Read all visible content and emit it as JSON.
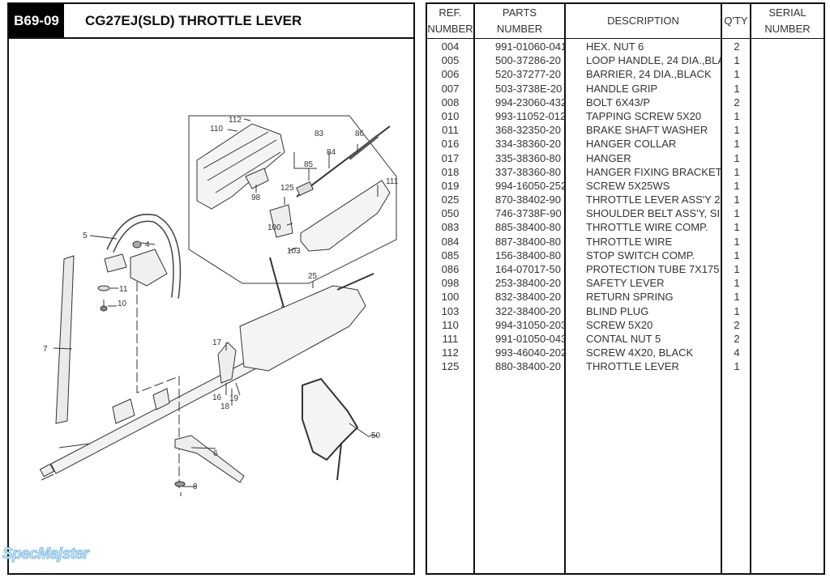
{
  "header": {
    "page_code": "B69-09",
    "title": "CG27EJ(SLD)  THROTTLE LEVER"
  },
  "diagram": {
    "callouts": [
      "112",
      "110",
      "83",
      "86",
      "85",
      "84",
      "98",
      "125",
      "111",
      "100",
      "103",
      "25",
      "5",
      "4",
      "11",
      "10",
      "7",
      "17",
      "16",
      "19",
      "18",
      "6",
      "8",
      "50"
    ]
  },
  "watermark": "SpecMajster",
  "table": {
    "columns": [
      {
        "line1": "REF.",
        "line2": "NUMBER"
      },
      {
        "line1": "PARTS",
        "line2": "NUMBER"
      },
      {
        "line1": "DESCRIPTION",
        "line2": ""
      },
      {
        "line1": "Q'TY",
        "line2": ""
      },
      {
        "line1": "SERIAL",
        "line2": "NUMBER"
      }
    ],
    "rows": [
      {
        "ref": "004",
        "part": "991-01060-041",
        "desc": "HEX. NUT 6",
        "qty": "2"
      },
      {
        "ref": "005",
        "part": "500-37286-20",
        "desc": "LOOP HANDLE, 24 DIA.,BLA",
        "qty": "1"
      },
      {
        "ref": "006",
        "part": "520-37277-20",
        "desc": "BARRIER, 24 DIA.,BLACK",
        "qty": "1"
      },
      {
        "ref": "007",
        "part": "503-3738E-20",
        "desc": "HANDLE GRIP",
        "qty": "1"
      },
      {
        "ref": "008",
        "part": "994-23060-432",
        "desc": "BOLT 6X43/P",
        "qty": "2"
      },
      {
        "ref": "010",
        "part": "993-11052-012",
        "desc": "TAPPING SCREW 5X20",
        "qty": "1"
      },
      {
        "ref": "011",
        "part": "368-32350-20",
        "desc": "BRAKE SHAFT WASHER",
        "qty": "1"
      },
      {
        "ref": "016",
        "part": "334-38360-20",
        "desc": "HANGER COLLAR",
        "qty": "1"
      },
      {
        "ref": "017",
        "part": "335-38360-80",
        "desc": "HANGER",
        "qty": "1"
      },
      {
        "ref": "018",
        "part": "337-38360-80",
        "desc": "HANGER FIXING BRACKET",
        "qty": "1"
      },
      {
        "ref": "019",
        "part": "994-16050-252",
        "desc": "SCREW 5X25WS",
        "qty": "1"
      },
      {
        "ref": "025",
        "part": "870-38402-90",
        "desc": "THROTTLE LEVER ASS'Y 2",
        "qty": "1"
      },
      {
        "ref": "050",
        "part": "746-3738F-90",
        "desc": "SHOULDER BELT ASS'Y, SI",
        "qty": "1"
      },
      {
        "ref": "083",
        "part": "885-38400-80",
        "desc": "THROTTLE WIRE COMP.",
        "qty": "1"
      },
      {
        "ref": "084",
        "part": "887-38400-80",
        "desc": "THROTTLE WIRE",
        "qty": "1"
      },
      {
        "ref": "085",
        "part": "156-38400-80",
        "desc": "STOP SWITCH COMP.",
        "qty": "1"
      },
      {
        "ref": "086",
        "part": "164-07017-50",
        "desc": "PROTECTION TUBE 7X175",
        "qty": "1"
      },
      {
        "ref": "098",
        "part": "253-38400-20",
        "desc": "SAFETY LEVER",
        "qty": "1"
      },
      {
        "ref": "100",
        "part": "832-38400-20",
        "desc": "RETURN SPRING",
        "qty": "1"
      },
      {
        "ref": "103",
        "part": "322-38400-20",
        "desc": "BLIND PLUG",
        "qty": "1"
      },
      {
        "ref": "110",
        "part": "994-31050-203",
        "desc": "SCREW 5X20",
        "qty": "2"
      },
      {
        "ref": "111",
        "part": "991-01050-043",
        "desc": "CONTAL NUT 5",
        "qty": "2"
      },
      {
        "ref": "112",
        "part": "993-46040-202",
        "desc": "SCREW 4X20, BLACK",
        "qty": "4"
      },
      {
        "ref": "125",
        "part": "880-38400-20",
        "desc": "THROTTLE LEVER",
        "qty": "1"
      }
    ]
  }
}
